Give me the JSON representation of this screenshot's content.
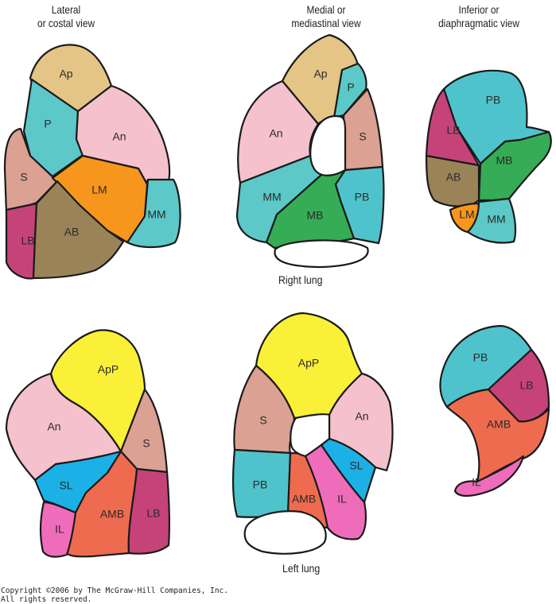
{
  "headers": {
    "lateral": "Lateral\nor costal view",
    "medial": "Medial or\nmediastinal view",
    "inferior": "Inferior or\ndiaphragmatic view"
  },
  "captions": {
    "right": "Right lung",
    "left": "Left lung"
  },
  "copyright": {
    "line1": "Copyright ©2006 by The McGraw-Hill Companies, Inc.",
    "line2": "All rights reserved."
  },
  "colors": {
    "Ap": "#e5c585",
    "P": "#5cc8c8",
    "An": "#f5c1cc",
    "S": "#dba193",
    "LM": "#f7961d",
    "MM": "#5cc8c8",
    "LB": "#c6437a",
    "AB": "#9b8358",
    "MB": "#35ac55",
    "PB": "#4fc3cc",
    "ApP": "#fbf038",
    "SL": "#1cb1e6",
    "IL": "#ef6cba",
    "AMB": "#ee6b4f",
    "hilum": "#ffffff"
  },
  "right_lung": {
    "lateral": [
      "Ap",
      "P",
      "An",
      "S",
      "LM",
      "MM",
      "LB",
      "AB"
    ],
    "medial": [
      "Ap",
      "P",
      "An",
      "S",
      "MM",
      "MB",
      "PB"
    ],
    "inferior": [
      "PB",
      "LB",
      "MB",
      "AB",
      "LM",
      "MM"
    ]
  },
  "left_lung": {
    "lateral": [
      "ApP",
      "An",
      "S",
      "SL",
      "AMB",
      "LB",
      "IL"
    ],
    "medial": [
      "ApP",
      "S",
      "An",
      "SL",
      "PB",
      "AMB",
      "IL"
    ],
    "inferior": [
      "PB",
      "LB",
      "AMB",
      "IL"
    ]
  }
}
